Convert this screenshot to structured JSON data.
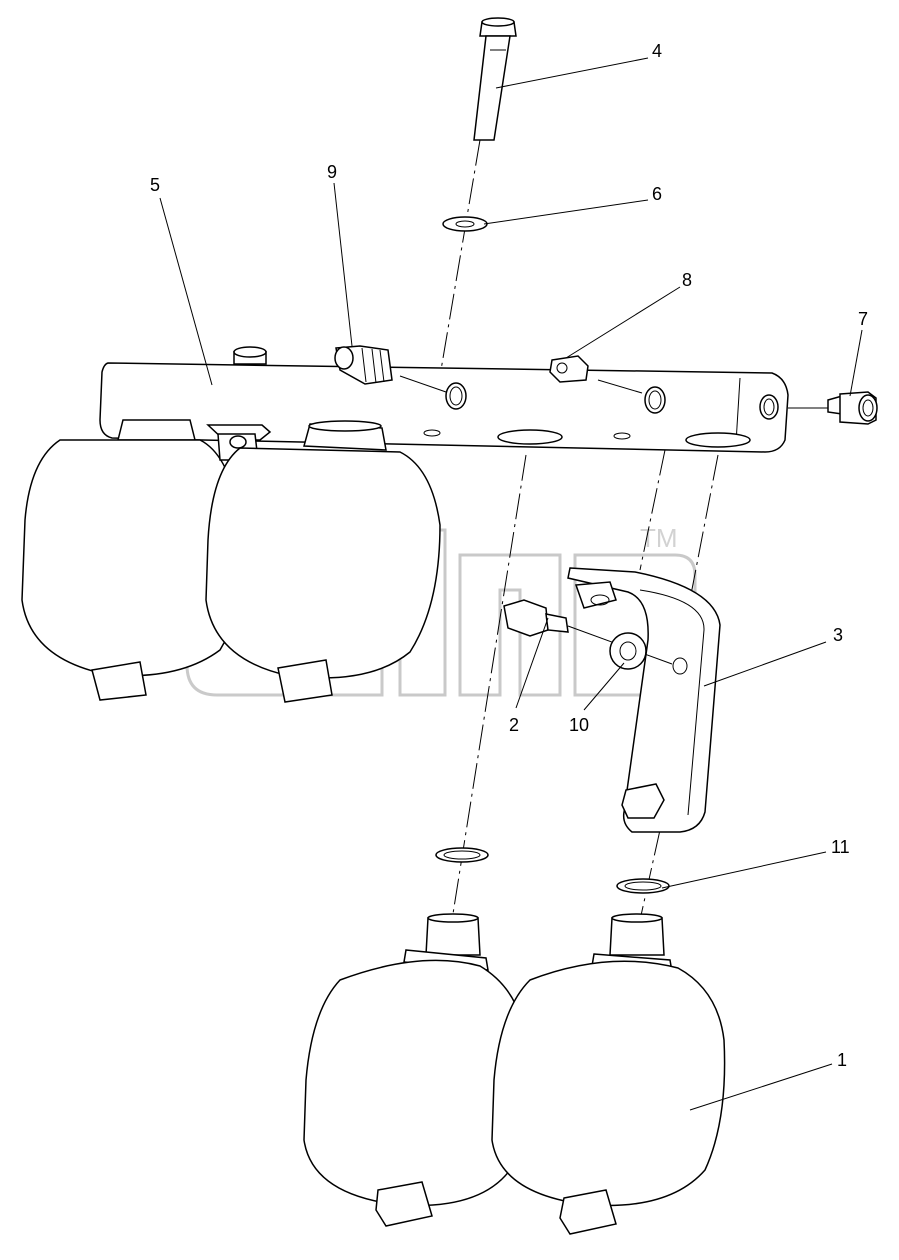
{
  "diagram": {
    "callouts": [
      "1",
      "2",
      "3",
      "4",
      "5",
      "6",
      "7",
      "8",
      "9",
      "10",
      "11"
    ],
    "watermark": {
      "text": "aпф",
      "trademark": "TM"
    }
  }
}
